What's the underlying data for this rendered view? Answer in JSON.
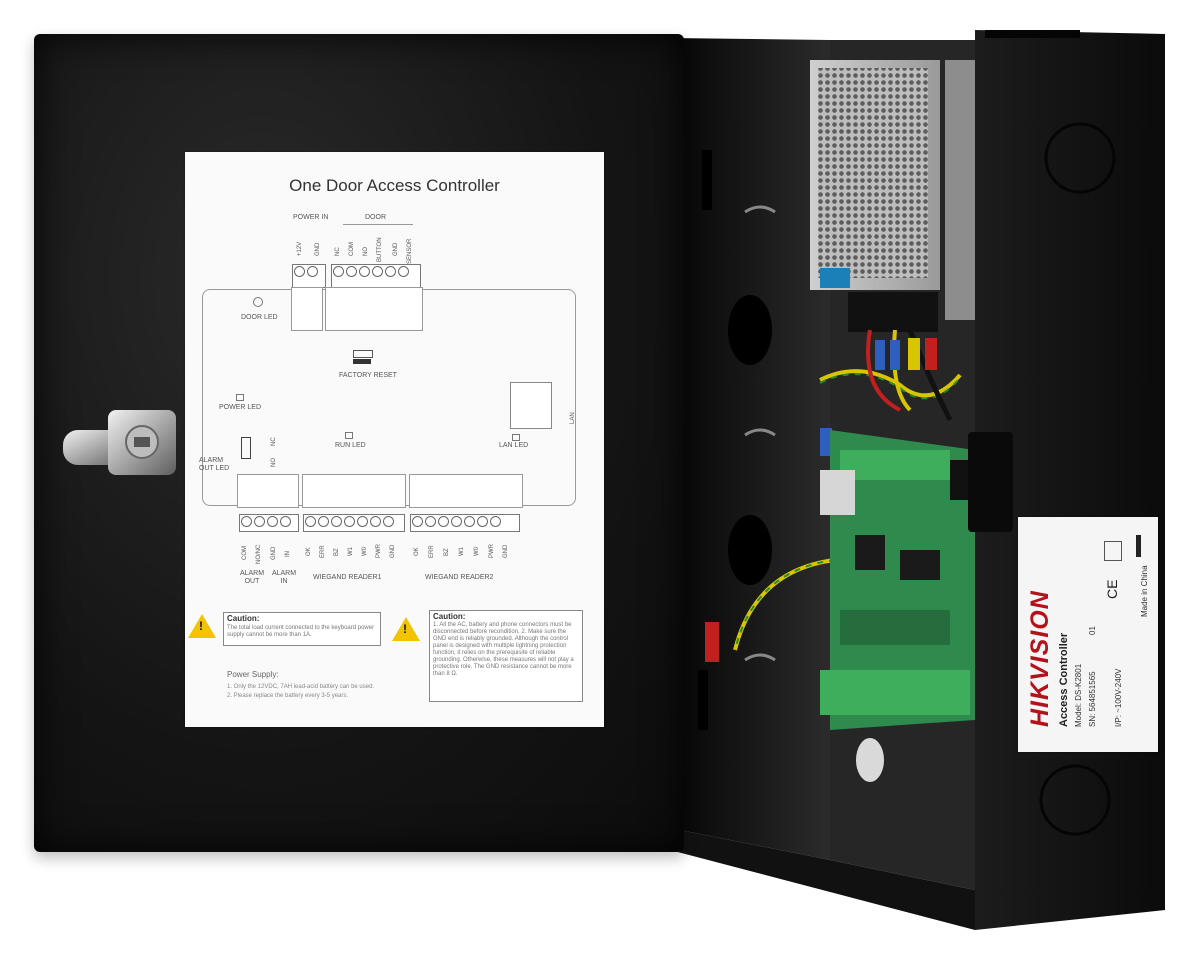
{
  "sticker": {
    "title": "One Door Access Controller",
    "power_in": "POWER IN",
    "door": "DOOR",
    "power_pins": [
      "+12V",
      "GND"
    ],
    "door_pins": [
      "NC",
      "COM",
      "NO",
      "BUTTON",
      "GND",
      "SENSOR"
    ],
    "door_led": "DOOR LED",
    "factory_reset": "FACTORY RESET",
    "power_led": "POWER LED",
    "run_led": "RUN LED",
    "lan_led": "LAN LED",
    "lan": "LAN",
    "alarm_out_led": "ALARM OUT LED",
    "nc": "NC",
    "no": "NO",
    "alarm_pins": [
      "COM",
      "NO/NC",
      "GND",
      "IN"
    ],
    "alarm_out": "ALARM OUT",
    "alarm_in": "ALARM IN",
    "wiegand1_pins": [
      "OK",
      "ERR",
      "BZ",
      "W1",
      "W0",
      "PWR",
      "GND"
    ],
    "wiegand1": "WIEGAND READER1",
    "wiegand2_pins": [
      "OK",
      "ERR",
      "BZ",
      "W1",
      "W0",
      "PWR",
      "GND"
    ],
    "wiegand2": "WIEGAND READER2",
    "caution1_title": "Caution:",
    "caution1_text": "The total load current connected to the keyboard power supply cannot be more than 1A.",
    "caution2_title": "Caution:",
    "caution2_text": "1. All the AC, battery and phone connectors must be disconnected before recondition. 2. Make sure the GND end is reliably grounded. Although the control panel is designed with multiple lightning protection function, it relies on the prerequisite of reliable grounding. Otherwise, these measures will not play a protective role. The GND resistance cannot be more than 8 Ω.",
    "power_supply_title": "Power Supply:",
    "power_supply_1": "1. Only the 12VDC, 7AH lead-acid battery can be used.",
    "power_supply_2": "2. Please replace the battery every 3-5 years."
  },
  "label": {
    "brand": "HIKVISION",
    "product": "Access Controller",
    "model": "Model: DS-K2801",
    "serial": "SN: 564851565",
    "rev": "01",
    "input": "I/P: ~100V-240V",
    "origin": "Made in China",
    "ce": "CE"
  },
  "colors": {
    "cabinet": "#141414",
    "sticker": "#fafafa",
    "pcb": "#2f8a4e",
    "terminal": "#3fae5c",
    "warning": "#f2c400"
  }
}
